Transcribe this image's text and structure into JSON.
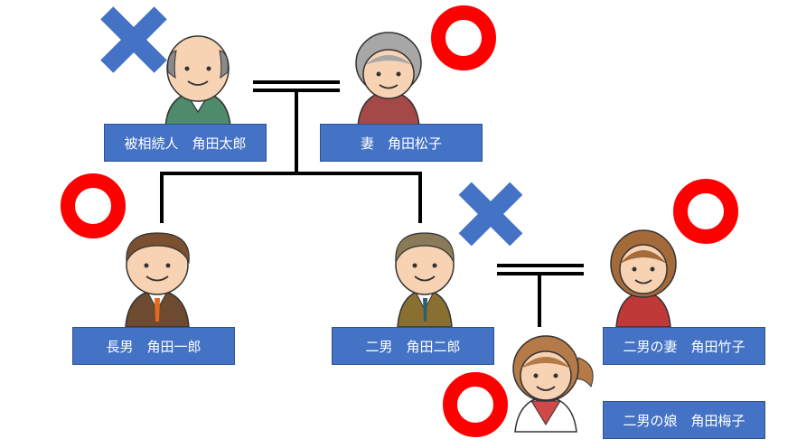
{
  "people": {
    "deceased": {
      "label": "被相続人　角田太郎",
      "status": "cross"
    },
    "wife": {
      "label": "妻　角田松子",
      "status": "circle"
    },
    "eldest_son": {
      "label": "長男　角田一郎",
      "status": "circle"
    },
    "second_son": {
      "label": "二男　角田二郎",
      "status": "cross"
    },
    "second_son_wife": {
      "label": "二男の妻　角田竹子",
      "status": "circle"
    },
    "second_son_daughter": {
      "label": "二男の娘　角田梅子",
      "status": "circle"
    }
  },
  "colors": {
    "label_fill": "#4472c4",
    "cross": "#4472c4",
    "circle": "#ff0000",
    "line": "#000000"
  }
}
